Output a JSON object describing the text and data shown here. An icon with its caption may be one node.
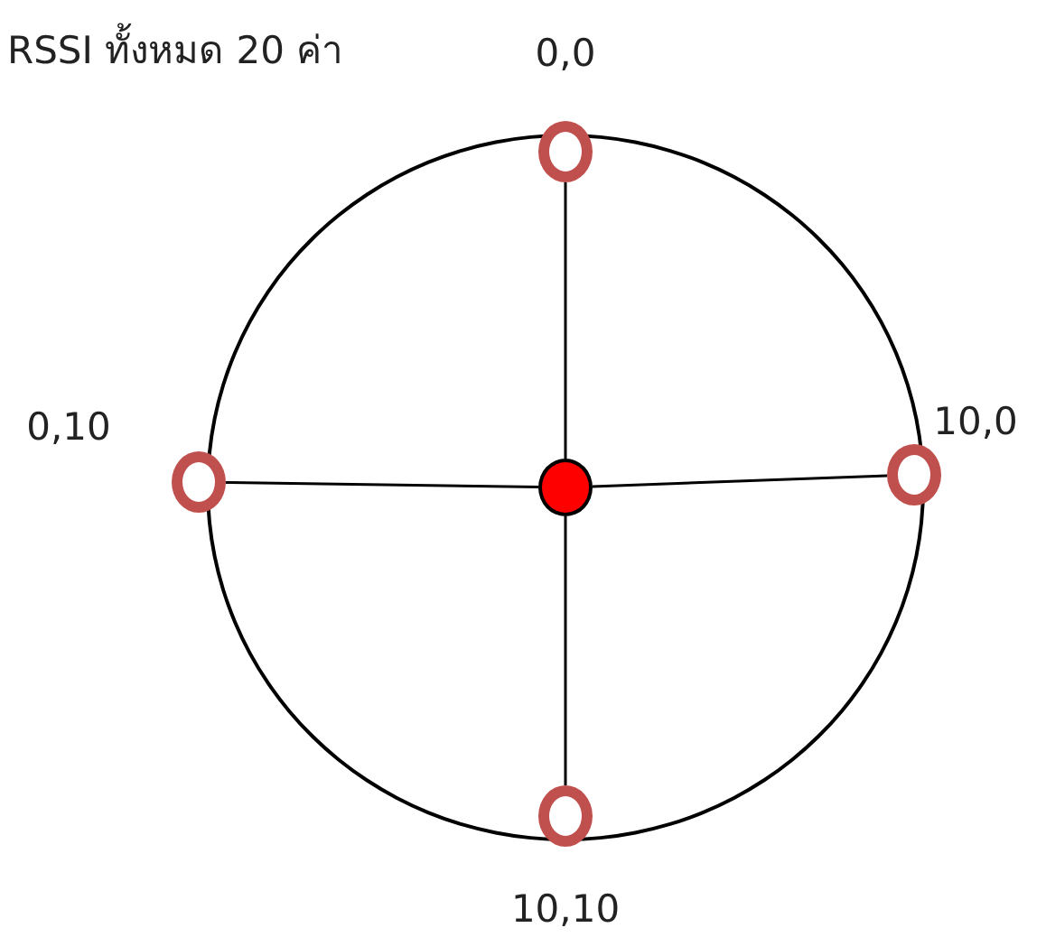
{
  "diagram": {
    "nodes": [
      {
        "text": [],
        "shape": "circle"
      },
      {
        "text": [],
        "shape": "circle",
        "beside": [
          "0,0"
        ]
      },
      {
        "text": [],
        "shape": "circle",
        "beside": [
          "0,10"
        ]
      },
      {
        "text": [],
        "shape": "circle",
        "in": 0
      },
      {
        "text": [],
        "shape": "circle",
        "beside": [
          "10,0"
        ]
      },
      {
        "text": [],
        "shape": "circle",
        "beside": [
          "10,10"
        ]
      }
    ],
    "edges": [
      {
        "from": 3,
        "to": 1,
        "arrow": "none"
      },
      {
        "from": 3,
        "to": 2,
        "arrow": "none"
      },
      {
        "from": 3,
        "to": 4,
        "arrow": "none"
      },
      {
        "from": 3,
        "to": 5,
        "arrow": "none"
      }
    ],
    "labels": [
      "RSSI ทั้งหมด 20 ค่า"
    ]
  }
}
